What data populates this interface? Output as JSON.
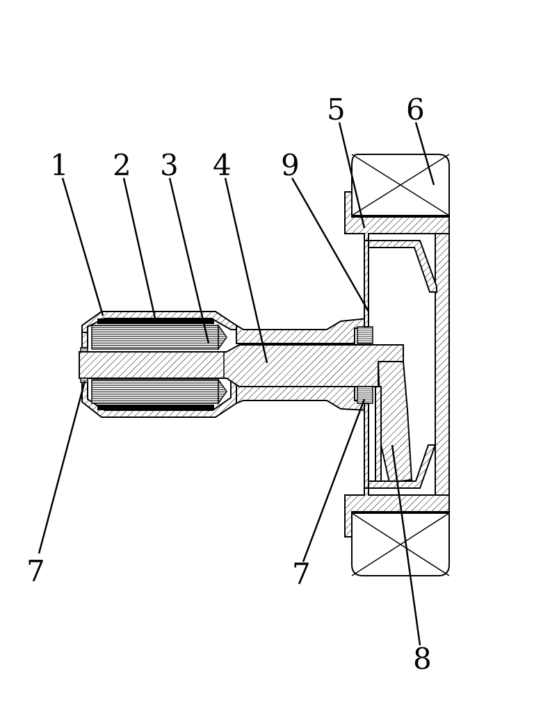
{
  "callouts": [
    {
      "id": "1",
      "label": "1"
    },
    {
      "id": "2",
      "label": "2"
    },
    {
      "id": "3",
      "label": "3"
    },
    {
      "id": "4",
      "label": "4"
    },
    {
      "id": "5",
      "label": "5"
    },
    {
      "id": "6",
      "label": "6"
    },
    {
      "id": "7a",
      "label": "7"
    },
    {
      "id": "7b",
      "label": "7"
    },
    {
      "id": "8",
      "label": "8"
    },
    {
      "id": "9",
      "label": "9"
    }
  ]
}
